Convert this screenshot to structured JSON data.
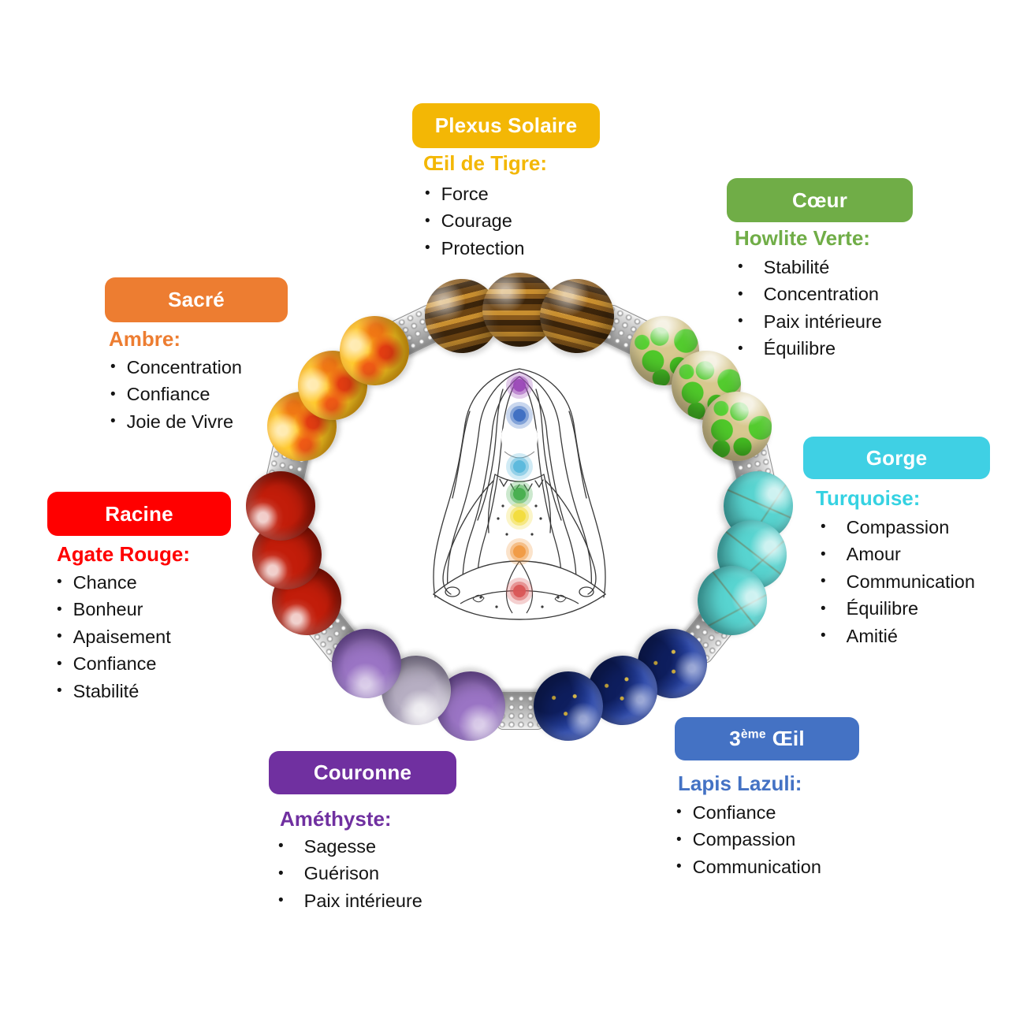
{
  "chakras": [
    {
      "id": "plexus-solaire",
      "button": "Plexus Solaire",
      "stone": "Œil de Tigre:",
      "color": "#F3B705",
      "benefits": [
        "Force",
        "Courage",
        "Protection"
      ]
    },
    {
      "id": "coeur",
      "button": "Cœur",
      "stone": "Howlite Verte:",
      "color": "#70AD47",
      "benefits": [
        "Stabilité",
        "Concentration",
        "Paix intérieure",
        "Équilibre"
      ]
    },
    {
      "id": "gorge",
      "button": "Gorge",
      "stone": "Turquoise:",
      "color": "#3FD0E4",
      "benefits": [
        "Compassion",
        "Amour",
        "Communication",
        "Équilibre",
        "Amitié"
      ]
    },
    {
      "id": "troisieme-oeil",
      "button": "3ème Œil",
      "button_main": "3",
      "button_sup": "ème",
      "button_tail": "Œil",
      "stone": "Lapis Lazuli:",
      "color": "#4472C4",
      "benefits": [
        "Confiance",
        "Compassion",
        "Communication"
      ]
    },
    {
      "id": "couronne",
      "button": "Couronne",
      "stone": "Améthyste:",
      "color": "#7030A0",
      "benefits": [
        "Sagesse",
        "Guérison",
        "Paix intérieure"
      ]
    },
    {
      "id": "racine",
      "button": "Racine",
      "stone": "Agate Rouge:",
      "color": "#FF0000",
      "benefits": [
        "Chance",
        "Bonheur",
        "Apaisement",
        "Confiance",
        "Stabilité"
      ]
    },
    {
      "id": "sacre",
      "button": "Sacré",
      "stone": "Ambre:",
      "color": "#ED7D31",
      "benefits": [
        "Concentration",
        "Confiance",
        "Joie de Vivre"
      ]
    }
  ],
  "bracelet": {
    "sequence": [
      {
        "stone": "oeil-de-tigre",
        "beads": 3
      },
      {
        "stone": "howlite-verte",
        "beads": 3
      },
      {
        "stone": "turquoise",
        "beads": 3
      },
      {
        "stone": "lapis-lazuli",
        "beads": 3
      },
      {
        "stone": "amethyste",
        "beads": 3
      },
      {
        "stone": "agate-rouge",
        "beads": 3
      },
      {
        "stone": "ambre",
        "beads": 3
      }
    ],
    "spacer_between_groups": true,
    "spacer_color": "#C0C0C0",
    "stone_colors": {
      "oeil-de-tigre": "#8A5A1C",
      "howlite-verte": "#4FC82A",
      "turquoise": "#49C8C4",
      "lapis-lazuli": "#1B2F7E",
      "amethyste": "#7C55AB",
      "agate-rouge": "#A81505",
      "ambre": "#FFB300"
    }
  },
  "figure": {
    "chakra_dot_colors": [
      "#9C4AB8",
      "#3D6FC2",
      "#5BB8DC",
      "#47AE4E",
      "#F2DC3C",
      "#F09A43",
      "#D95555"
    ]
  }
}
